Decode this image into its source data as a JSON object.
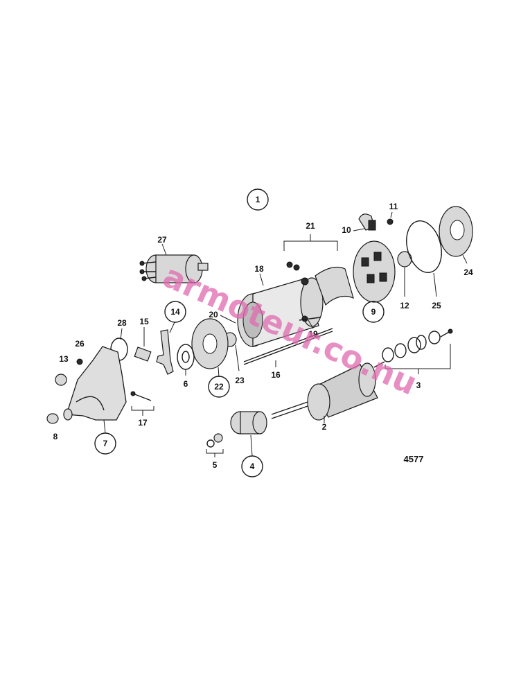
{
  "diagram": {
    "figure_code": "4577",
    "watermark": "armoteur.co.nu",
    "labels": {
      "l1": "1",
      "l2": "2",
      "l3": "3",
      "l4": "4",
      "l5": "5",
      "l6": "6",
      "l7": "7",
      "l8": "8",
      "l9": "9",
      "l10": "10",
      "l11": "11",
      "l12": "12",
      "l13": "13",
      "l14": "14",
      "l15": "15",
      "l16": "16",
      "l17": "17",
      "l18": "18",
      "l19": "19",
      "l20": "20",
      "l21": "21",
      "l22": "22",
      "l23": "23",
      "l24": "24",
      "l25": "25",
      "l26": "26",
      "l27": "27",
      "l28": "28"
    }
  }
}
